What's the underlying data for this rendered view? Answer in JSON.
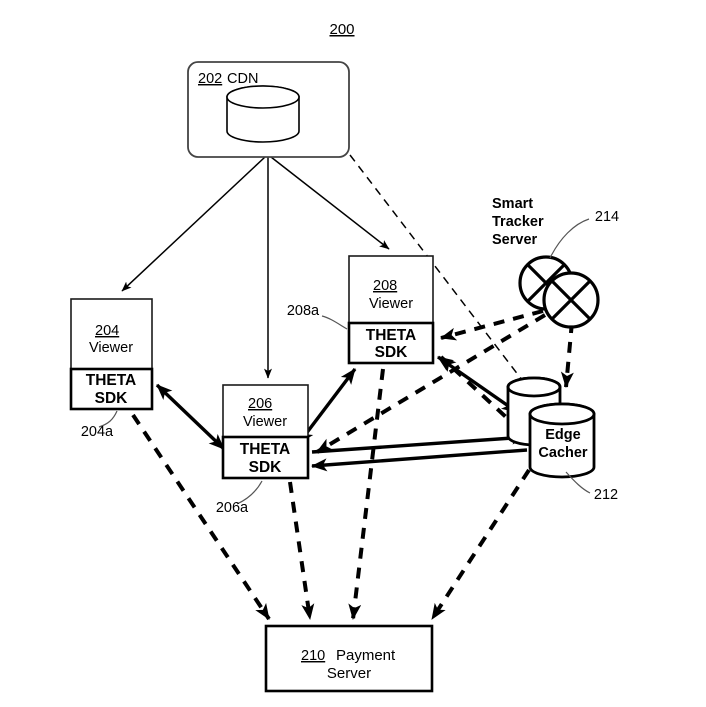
{
  "figure": {
    "number": "200",
    "title_present": false
  },
  "nodes": {
    "cdn": {
      "ref": "202",
      "label": "CDN",
      "icon": "database-cylinder-icon"
    },
    "viewer204": {
      "ref": "204",
      "label": "Viewer",
      "sdk_line1": "THETA",
      "sdk_line2": "SDK",
      "sdk_ref": "204a"
    },
    "viewer206": {
      "ref": "206",
      "label": "Viewer",
      "sdk_line1": "THETA",
      "sdk_line2": "SDK",
      "sdk_ref": "206a"
    },
    "viewer208": {
      "ref": "208",
      "label": "Viewer",
      "sdk_line1": "THETA",
      "sdk_line2": "SDK",
      "sdk_ref": "208a"
    },
    "payment_server": {
      "ref": "210",
      "label_line1": "Payment",
      "label_line2": "Server"
    },
    "edge_cacher": {
      "ref": "212",
      "label_line1": "Edge",
      "label_line2": "Cacher",
      "icon": "dual-cylinder-icon"
    },
    "smart_tracker": {
      "ref": "214",
      "label_line1": "Smart",
      "label_line2": "Tracker",
      "label_line3": "Server",
      "icon": "dual-crossed-circle-icon"
    }
  },
  "colors": {
    "stroke": "#000000",
    "background": "#ffffff",
    "leader": "#555555"
  },
  "chart_data": {
    "type": "diagram",
    "title": "200",
    "nodes": [
      {
        "id": "202",
        "name": "CDN",
        "shape": "rounded-rect-with-cylinder"
      },
      {
        "id": "204",
        "name": "Viewer",
        "sub": "THETA SDK",
        "sub_id": "204a",
        "shape": "rect"
      },
      {
        "id": "206",
        "name": "Viewer",
        "sub": "THETA SDK",
        "sub_id": "206a",
        "shape": "rect"
      },
      {
        "id": "208",
        "name": "Viewer",
        "sub": "THETA SDK",
        "sub_id": "208a",
        "shape": "rect"
      },
      {
        "id": "210",
        "name": "Payment Server",
        "shape": "rect"
      },
      {
        "id": "212",
        "name": "Edge Cacher",
        "shape": "dual-cylinder"
      },
      {
        "id": "214",
        "name": "Smart Tracker Server",
        "shape": "dual-crossed-circle"
      }
    ],
    "edges": [
      {
        "from": "202",
        "to": "204",
        "style": "solid-thin",
        "direction": "one-way"
      },
      {
        "from": "202",
        "to": "206",
        "style": "solid-thin",
        "direction": "one-way"
      },
      {
        "from": "202",
        "to": "208",
        "style": "solid-thin",
        "direction": "one-way"
      },
      {
        "from": "202",
        "to": "212",
        "style": "dashed-fine",
        "direction": "one-way"
      },
      {
        "from": "204a",
        "to": "206a",
        "style": "solid-bold",
        "direction": "two-way"
      },
      {
        "from": "206a",
        "to": "208a",
        "style": "solid-bold",
        "direction": "two-way"
      },
      {
        "from": "206a",
        "to": "212",
        "style": "solid-bold",
        "direction": "two-way"
      },
      {
        "from": "208a",
        "to": "212",
        "style": "solid-bold",
        "direction": "two-way"
      },
      {
        "from": "214",
        "to": "208a",
        "style": "dashed-bold",
        "direction": "one-way"
      },
      {
        "from": "214",
        "to": "206a",
        "style": "dashed-bold",
        "direction": "one-way"
      },
      {
        "from": "214",
        "to": "212",
        "style": "dashed-bold",
        "direction": "one-way"
      },
      {
        "from": "212",
        "to": "208a",
        "style": "dashed-bold",
        "direction": "one-way"
      },
      {
        "from": "204a",
        "to": "210",
        "style": "dashed-bold",
        "direction": "one-way"
      },
      {
        "from": "206a",
        "to": "210",
        "style": "dashed-bold",
        "direction": "one-way"
      },
      {
        "from": "208a",
        "to": "210",
        "style": "dashed-bold",
        "direction": "one-way"
      },
      {
        "from": "212",
        "to": "210",
        "style": "dashed-bold",
        "direction": "one-way"
      }
    ]
  }
}
